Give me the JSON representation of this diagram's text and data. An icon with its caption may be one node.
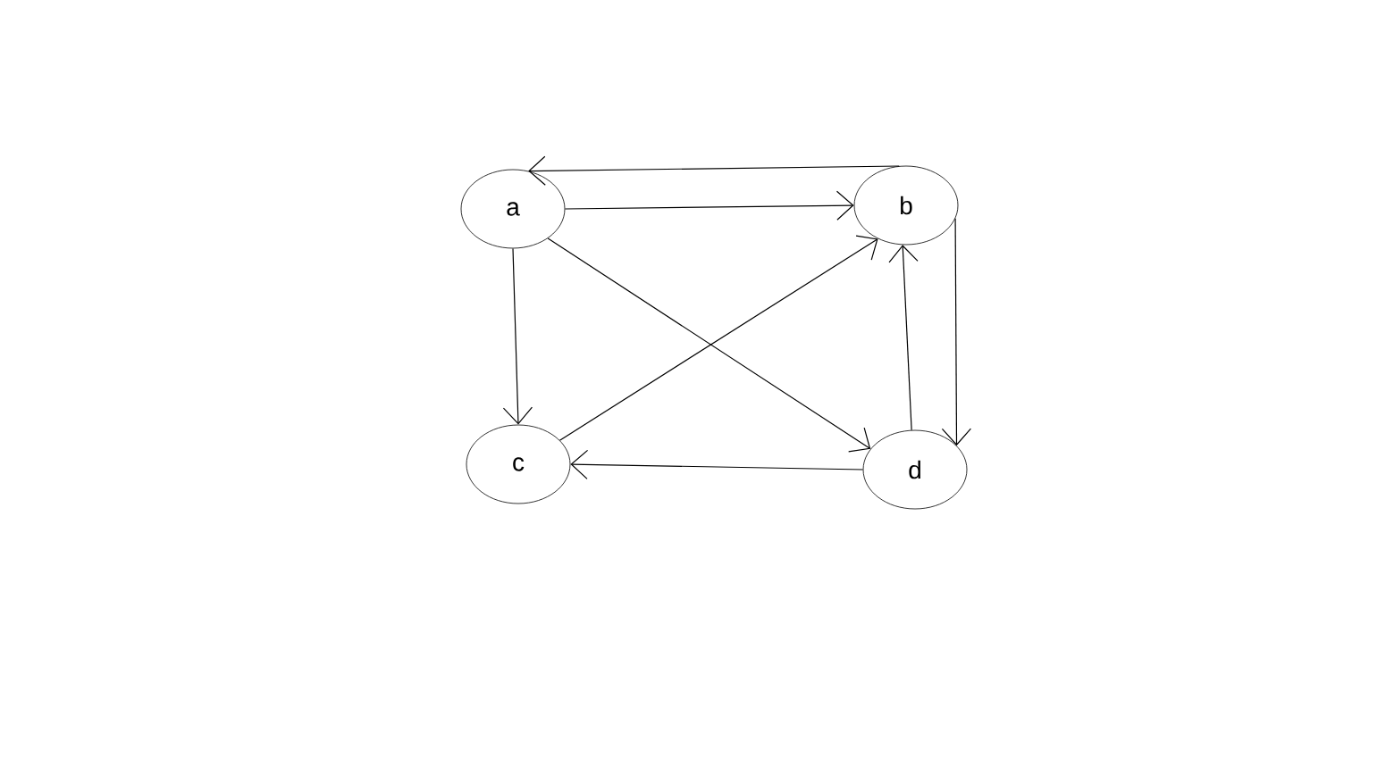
{
  "diagram": {
    "nodes": [
      {
        "text": [
          "a"
        ]
      },
      {
        "text": [
          "b"
        ]
      },
      {
        "text": [
          "c"
        ]
      },
      {
        "text": [
          "d"
        ]
      }
    ],
    "edges": [
      {
        "from": 1,
        "to": 0,
        "arrow": "to"
      },
      {
        "from": 0,
        "to": 1,
        "arrow": "to"
      },
      {
        "from": 0,
        "to": 2,
        "arrow": "to"
      },
      {
        "from": 0,
        "to": 3,
        "arrow": "to"
      },
      {
        "from": 2,
        "to": 1,
        "arrow": "to"
      },
      {
        "from": 3,
        "to": 2,
        "arrow": "to"
      },
      {
        "from": 3,
        "to": 1,
        "arrow": "to"
      },
      {
        "from": 1,
        "to": 3,
        "arrow": "to"
      }
    ]
  }
}
